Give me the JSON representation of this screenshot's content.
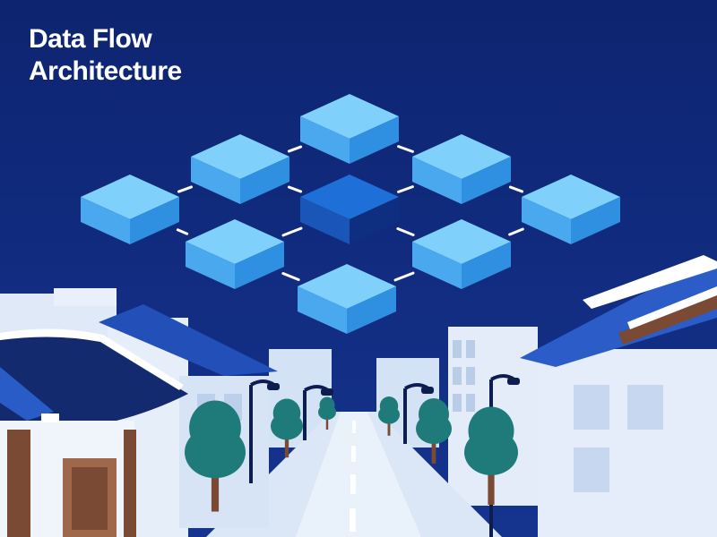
{
  "header": {
    "title_line1": "Data Flow",
    "title_line2": "Architecture"
  },
  "palette": {
    "sky": "#0f2b7a",
    "node_light": "#5fb8f2",
    "node_center": "#1f6fd8",
    "connector": "#ffffff",
    "building": "#e3ecf8",
    "roof": "#1b3f9e",
    "tree": "#1f7a7a",
    "road": "#dbe7f6"
  },
  "network": {
    "node_count": 9,
    "icon": "cube-icon"
  }
}
